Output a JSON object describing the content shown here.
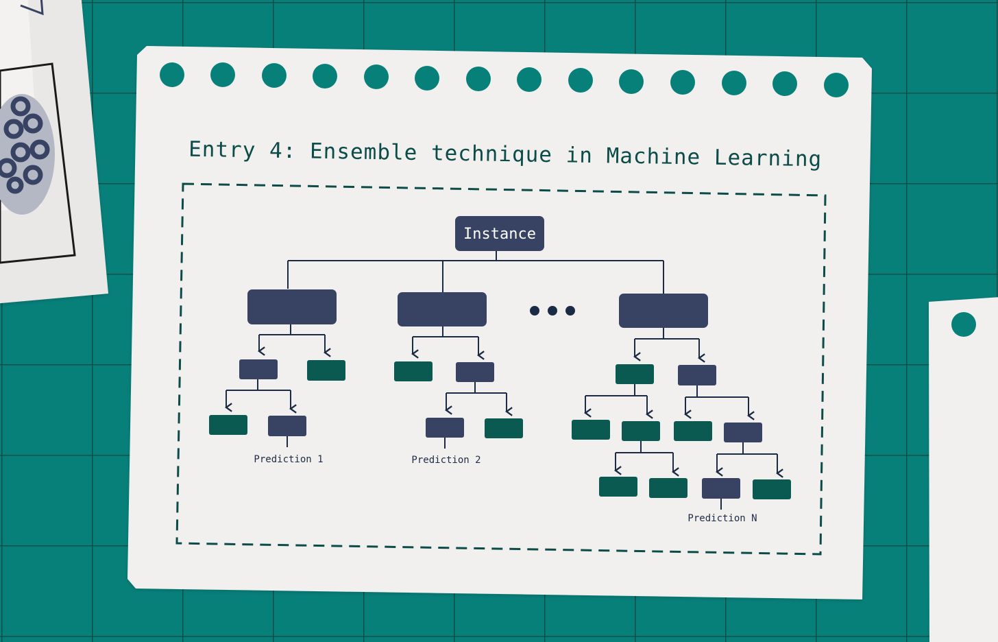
{
  "diagram": {
    "title": "Entry 4: Ensemble technique in Machine Learning",
    "root_label": "Instance",
    "predictions": [
      "Prediction 1",
      "Prediction 2",
      "Prediction N"
    ],
    "trees": [
      {
        "name": "tree-1",
        "node_colors": [
          "navy",
          "navy",
          "green",
          "green",
          "navy"
        ],
        "prediction_leaf": "navy"
      },
      {
        "name": "tree-2",
        "node_colors": [
          "navy",
          "green",
          "navy",
          "navy",
          "green"
        ],
        "prediction_leaf": "navy"
      },
      {
        "name": "tree-n",
        "node_colors": [
          "navy",
          "green",
          "navy",
          "green",
          "green",
          "green",
          "navy",
          "green",
          "green",
          "navy",
          "green"
        ],
        "prediction_leaf": "navy"
      }
    ],
    "ellipsis_between_trees": true
  },
  "colors": {
    "background": "#08807a",
    "grid_line": "#0a4f49",
    "paper": "#f1f0ee",
    "navy": "#384363",
    "green": "#0b5a52",
    "line": "#1c2b45",
    "dashed_border": "#0b4b48"
  }
}
